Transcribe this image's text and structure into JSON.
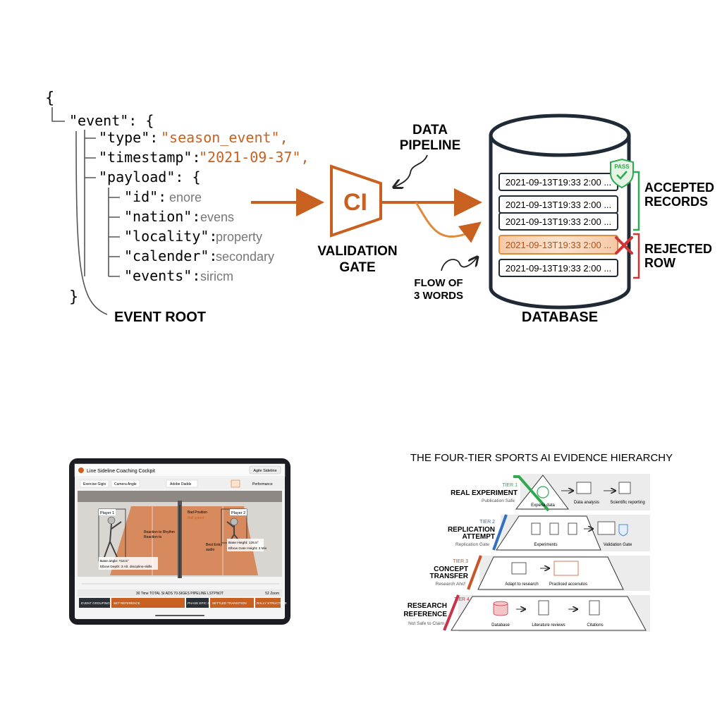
{
  "json_tree": {
    "open_brace": "{",
    "close_brace": "}",
    "event_line": "\"event\": {",
    "type_key": "\"type\":",
    "type_val": "\"season_event\",",
    "timestamp_key": "\"timestamp\":",
    "timestamp_val": "\"2021-09-37\",",
    "payload_line": "\"payload\": {",
    "fields": [
      {
        "key": "\"id\":",
        "val": "enore"
      },
      {
        "key": "\"nation\":",
        "val": "evens"
      },
      {
        "key": "\"locality\":",
        "val": "property"
      },
      {
        "key": "\"calender\":",
        "val": "secondary"
      },
      {
        "key": "\"events\":",
        "val": "siricm"
      }
    ],
    "root_label": "EVENT ROOT"
  },
  "pipeline": {
    "gate_glyph": "CI",
    "gate_label_1": "VALIDATION",
    "gate_label_2": "GATE",
    "pipeline_label_1": "DATA",
    "pipeline_label_2": "PIPELINE",
    "flow_label_1": "FLOW OF",
    "flow_label_2": "3 WORDS"
  },
  "database": {
    "label": "DATABASE",
    "rows": [
      "2021-09-13T19:33 2:00 ...",
      "2021-09-13T19:33 2:00 ...",
      "2021-09-13T19:33 2:00 ...",
      "2021-09-13T19:33 2:00 ...",
      "2021-09-13T19:33 2:00 ..."
    ],
    "pass_badge": "PASS",
    "accepted_1": "ACCEPTED",
    "accepted_2": "RECORDS",
    "rejected_1": "REJECTED",
    "rejected_2": "ROW"
  },
  "tablet": {
    "app_title": "Line Sideline Coaching Cockpit",
    "top_right_btn": "Agile Sideline",
    "toolbar": [
      "Exercise Giglo",
      "Camera Angle",
      "Adobe Dadds",
      "Performance"
    ],
    "player1_tag": "Player 1",
    "player2_tag": "Player 2",
    "callout_top_1": "Bad Position",
    "callout_top_2": "Ball speed",
    "callout_mid_1": "Reaction to Rhythm",
    "callout_mid_2": "Reaction to",
    "callout_right_1": "Best Entry",
    "callout_right_2": "audio",
    "callout_p1_1": "Base angle: T16.5°",
    "callout_p1_2": "Elbow Depth: 3 Alt. discipline-skills",
    "callout_p2_1": "Base Height: 126.5°",
    "callout_p2_2": "Elbow Gate Height: 3 Mix",
    "timeline_header": "30 Time TOTAL SI ADS 70-SIGES PIPELINE LSTPNOT",
    "timeline_right": "52 Zoom",
    "timeline_cells": [
      "EVENT GROUPING",
      "SET REFERENCE",
      "PHASE EPIC SEGMENT",
      "SETTLED TRANSITION",
      "RALLY STRUCTURE"
    ]
  },
  "hierarchy": {
    "title": "THE FOUR-TIER SPORTS AI EVIDENCE HIERARCHY",
    "tiers": [
      {
        "tier": "TIER 1",
        "name_1": "REAL EXPERIMENT",
        "name_2": "",
        "sub": "Publication Safe",
        "items": [
          "Experia data",
          "Data analysis",
          "Scientific reporting"
        ]
      },
      {
        "tier": "TIER 2",
        "name_1": "REPLICATION",
        "name_2": "ATTEMPT",
        "sub": "Replication Gate",
        "items": [
          "Experiments",
          "Validation Gate"
        ]
      },
      {
        "tier": "TIER 3",
        "name_1": "CONCEPT",
        "name_2": "TRANSFER",
        "sub": "Research Ahcf",
        "items": [
          "Adapt to research",
          "Practiced accenutos"
        ]
      },
      {
        "tier": "TIER 4",
        "name_1": "RESEARCH",
        "name_2": "REFERENCE",
        "sub": "Not Safe to Claim",
        "items": [
          "Database",
          "Literature reviews",
          "Citations"
        ]
      }
    ],
    "colors": {
      "tier1": "#2fa84f",
      "tier2": "#2f6fc4",
      "tier3": "#c8552a",
      "tier4": "#c8334a"
    }
  }
}
